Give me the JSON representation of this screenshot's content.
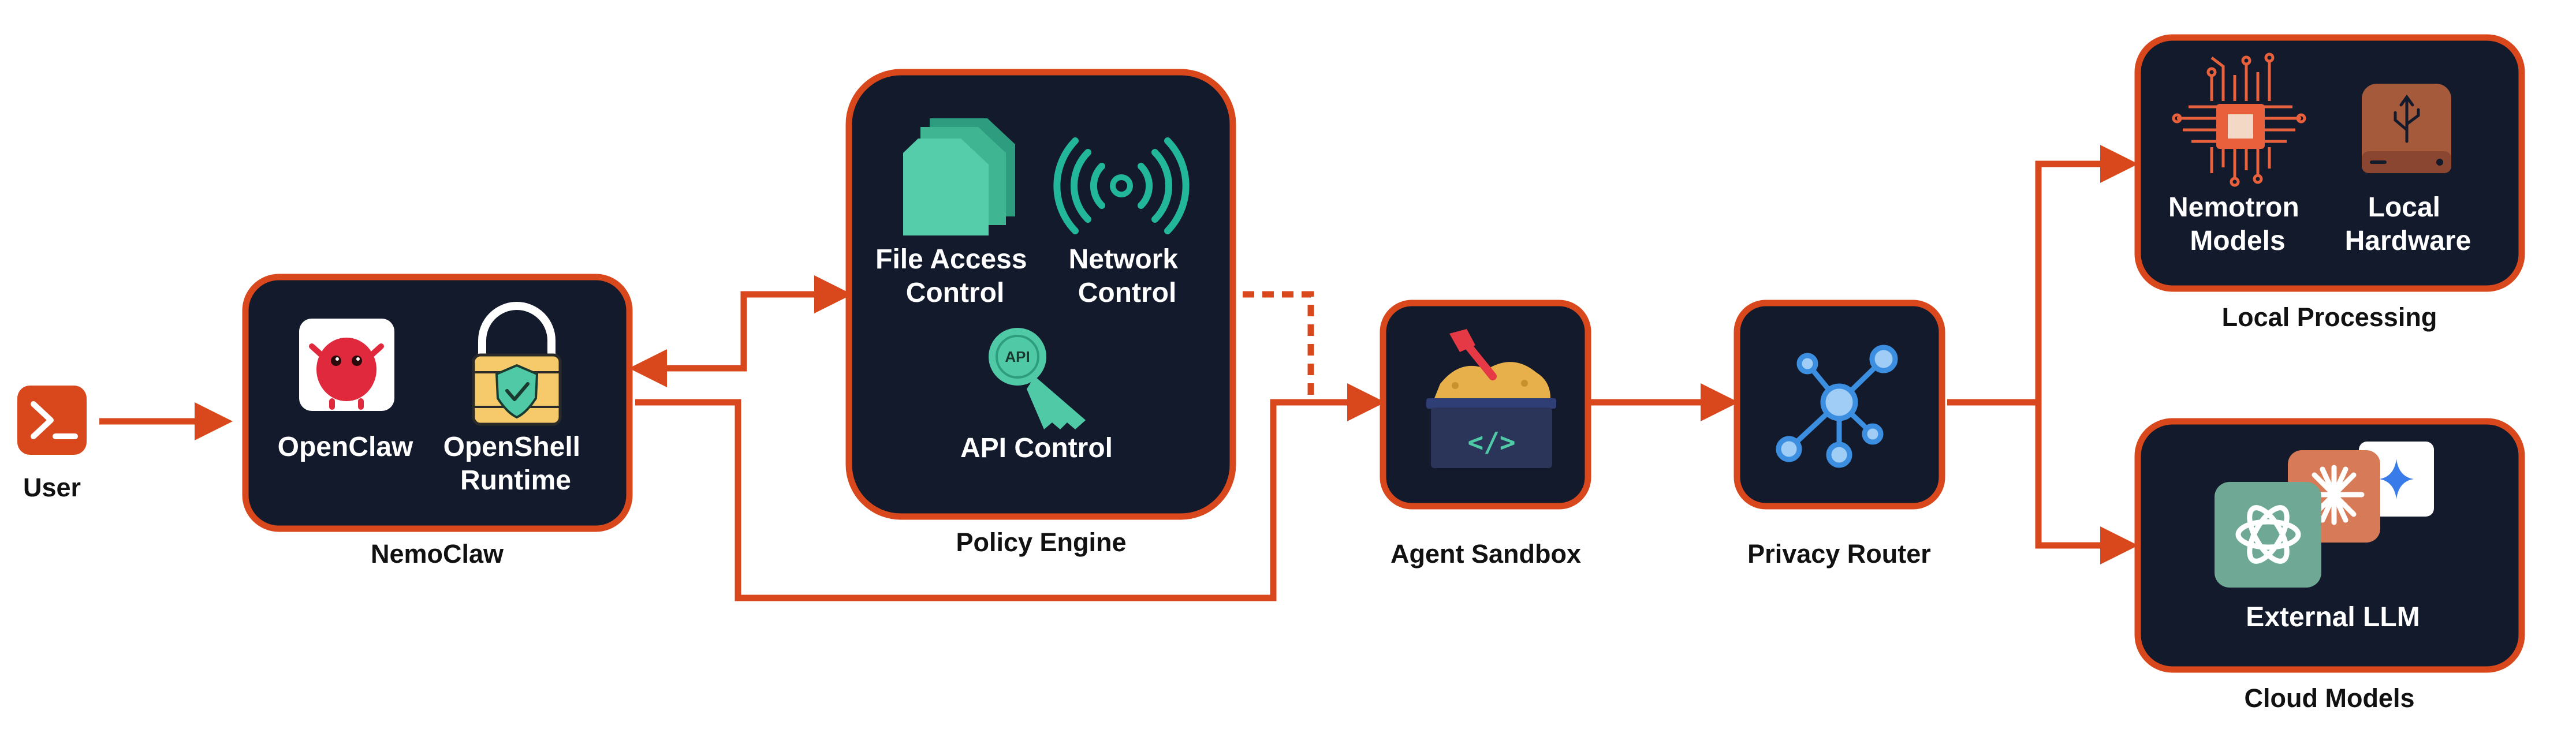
{
  "user": {
    "label": "User"
  },
  "nemoclaw": {
    "caption": "NemoClaw",
    "items": [
      {
        "label": [
          "OpenClaw"
        ]
      },
      {
        "label": [
          "OpenShell",
          "Runtime"
        ]
      }
    ]
  },
  "policy_engine": {
    "caption": "Policy Engine",
    "items": [
      {
        "label": [
          "File Access",
          "Control"
        ]
      },
      {
        "label": [
          "Network",
          "Control"
        ]
      },
      {
        "label": [
          "API Control"
        ]
      }
    ],
    "api_icon_text": "API"
  },
  "agent_sandbox": {
    "caption": "Agent Sandbox"
  },
  "privacy_router": {
    "caption": "Privacy Router"
  },
  "local_processing": {
    "caption": "Local Processing",
    "items": [
      {
        "label": [
          "Nemotron",
          "Models"
        ]
      },
      {
        "label": [
          "Local",
          "Hardware"
        ]
      }
    ]
  },
  "cloud_models": {
    "caption": "Cloud Models",
    "items": [
      {
        "label": [
          "External LLM"
        ]
      }
    ]
  },
  "colors": {
    "accent": "#D9481C",
    "panel": "#121A2B",
    "teal": "#4FC9A6"
  }
}
